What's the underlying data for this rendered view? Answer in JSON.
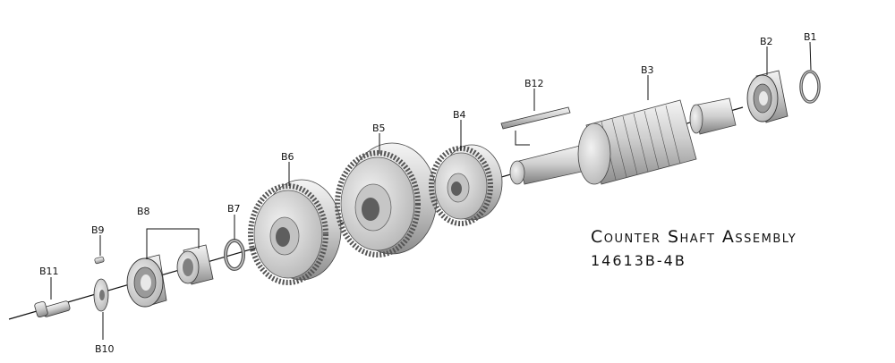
{
  "title": "Counter Shaft Assembly",
  "part_number": "14613B-4B",
  "callouts": {
    "b1": "B1",
    "b2": "B2",
    "b3": "B3",
    "b4": "B4",
    "b5": "B5",
    "b6": "B6",
    "b7": "B7",
    "b8": "B8",
    "b9": "B9",
    "b10": "B10",
    "b11": "B11",
    "b12": "B12"
  },
  "colors": {
    "ink": "#111111",
    "metal_light": "#e4e4e4",
    "metal_dark": "#8a8a8a"
  }
}
